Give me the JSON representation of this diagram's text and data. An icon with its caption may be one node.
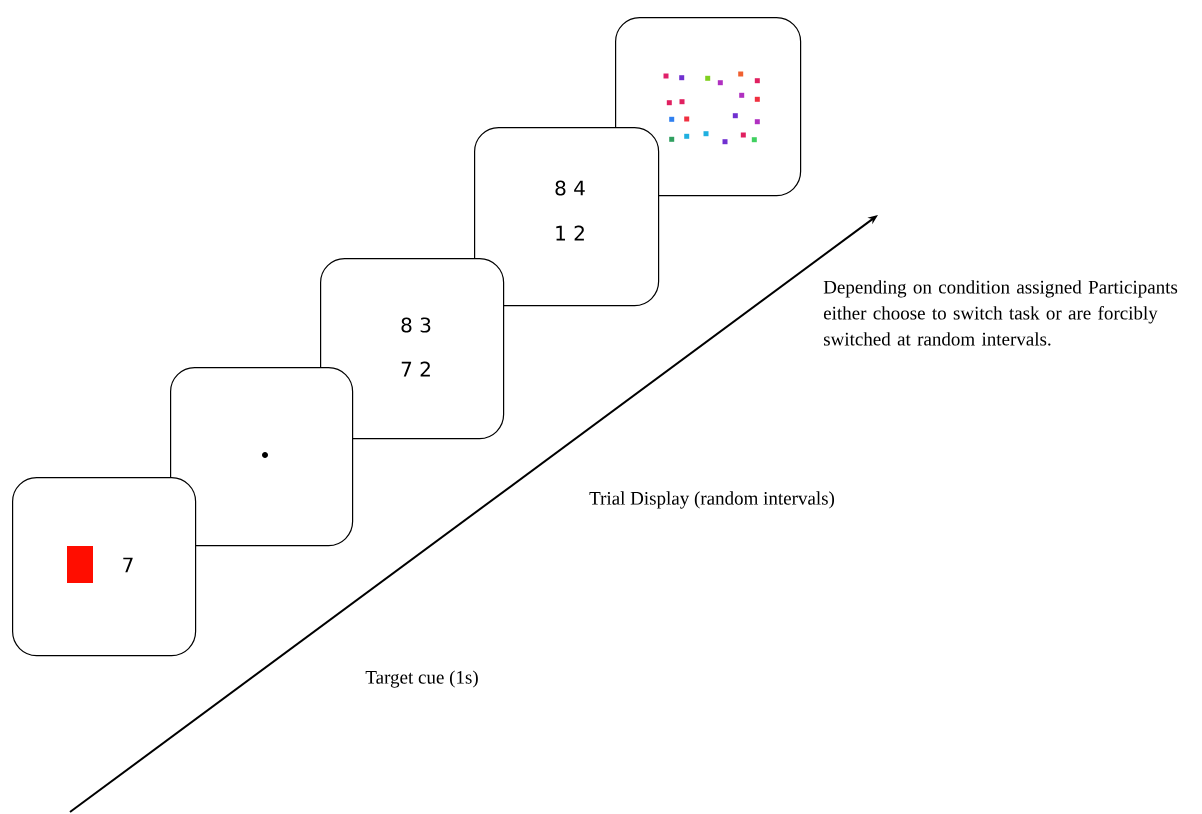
{
  "diagram": {
    "nodes": [
      {
        "text": [
          "7"
        ]
      },
      {
        "text": [],
        "shape": "box"
      },
      {
        "text": [
          "8 3",
          "7 2"
        ]
      },
      {
        "text": [
          "8 4",
          "1 2"
        ]
      },
      {
        "text": [],
        "shape": "box"
      }
    ],
    "labels": [
      "Depending on condition assigned Participants either choose to switch task or are forcibly switched at random intervals.",
      "Trial Display (random intervals)",
      "Target cue (1s)"
    ]
  }
}
